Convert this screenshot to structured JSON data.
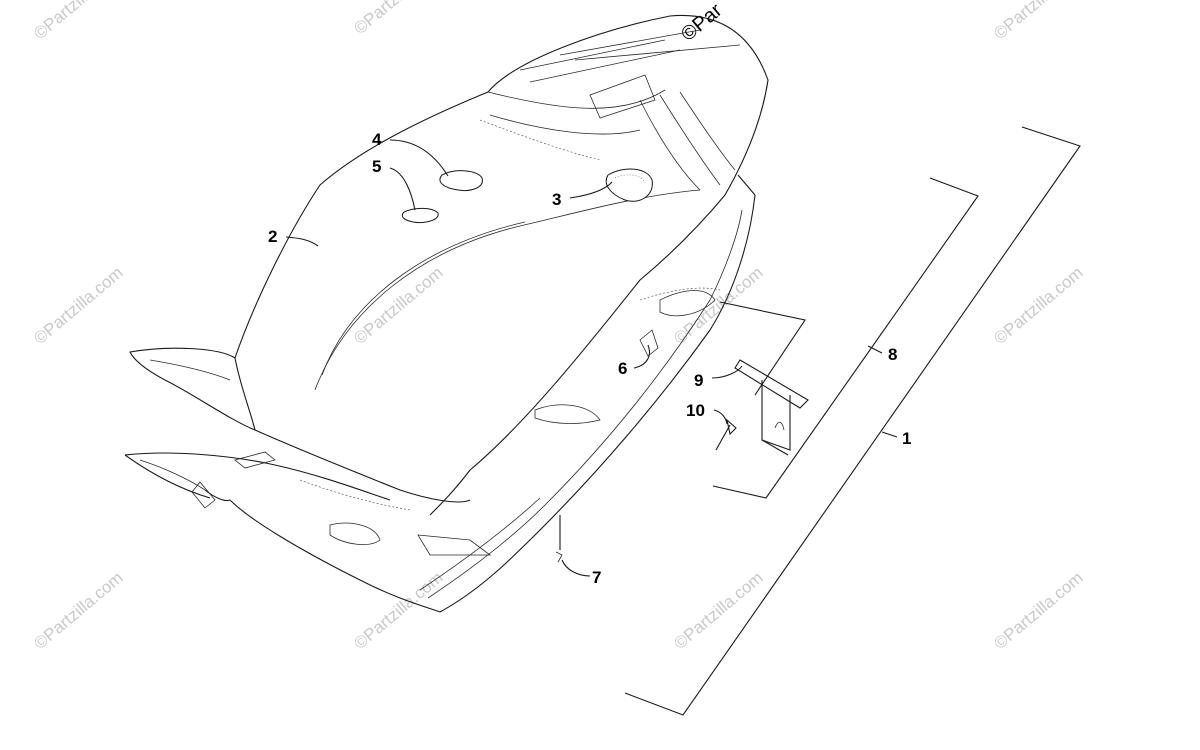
{
  "watermark": {
    "text": "©Partzilla.com",
    "top_text": "©Par"
  },
  "callouts": [
    {
      "id": "1",
      "label": "1"
    },
    {
      "id": "2",
      "label": "2"
    },
    {
      "id": "3",
      "label": "3"
    },
    {
      "id": "4",
      "label": "4"
    },
    {
      "id": "5",
      "label": "5"
    },
    {
      "id": "6",
      "label": "6"
    },
    {
      "id": "7",
      "label": "7"
    },
    {
      "id": "8",
      "label": "8"
    },
    {
      "id": "9",
      "label": "9"
    },
    {
      "id": "10",
      "label": "10"
    }
  ]
}
